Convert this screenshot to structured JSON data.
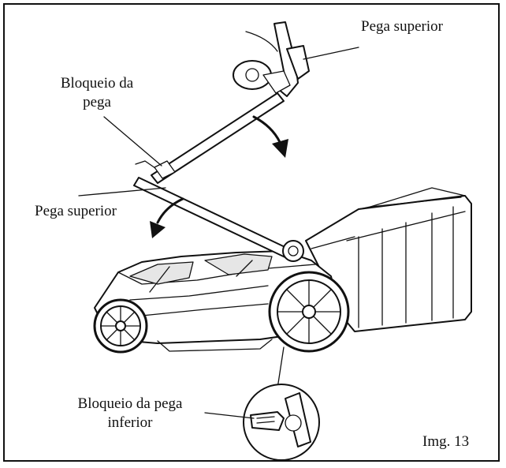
{
  "labels": {
    "upper_handle_top": "Pega superior",
    "handle_lock_line1": "Bloqueio da",
    "handle_lock_line2": "pega",
    "upper_handle_left": "Pega superior",
    "lower_lock_line1": "Bloqueio da pega",
    "lower_lock_line2": "inferior",
    "figure_number": "Img. 13"
  },
  "colors": {
    "ink": "#111111",
    "background": "#ffffff"
  }
}
